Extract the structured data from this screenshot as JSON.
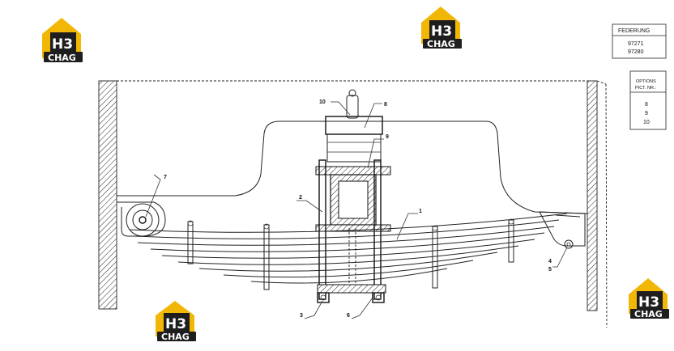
{
  "title_block": {
    "title": "FEDERUNG",
    "codes": [
      "97271",
      "97280"
    ]
  },
  "options_block": {
    "header_line1": "OPTIONS",
    "header_line2": "PICT. NR.:",
    "items": [
      "8",
      "9",
      "10"
    ]
  },
  "part_callouts": [
    "1",
    "2",
    "3",
    "4",
    "5",
    "6",
    "7",
    "8",
    "9",
    "10"
  ],
  "logo": {
    "mark": "H3",
    "word": "CHAG"
  },
  "colors": {
    "logo_yellow": "#f2b705",
    "logo_dark": "#1e1e1e",
    "line": "#222222"
  }
}
